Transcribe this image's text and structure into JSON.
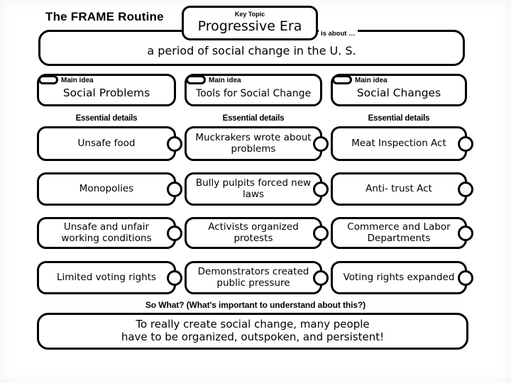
{
  "slide": {
    "title": "The FRAME Routine"
  },
  "header": {
    "key_topic_label": "Key Topic",
    "key_topic": "Progressive Era",
    "is_about_label": "is about …",
    "is_about": "a period of social change in the U. S."
  },
  "labels": {
    "main_idea": "Main idea",
    "essential_details": "Essential details",
    "so_what": "So What? (What's important to understand about this?)"
  },
  "columns": [
    {
      "main_idea": "Social Problems",
      "details": [
        "Unsafe food",
        "Monopolies",
        "Unsafe and unfair working conditions",
        "Limited voting rights"
      ]
    },
    {
      "main_idea": "Tools for Social Change",
      "details": [
        "Muckrakers wrote about problems",
        "Bully pulpits forced new laws",
        "Activists organized protests",
        "Demonstrators created public pressure"
      ]
    },
    {
      "main_idea": "Social Changes",
      "details": [
        "Meat Inspection Act",
        "Anti- trust Act",
        "Commerce and Labor Departments",
        "Voting rights expanded"
      ]
    }
  ],
  "conclusion": {
    "line1": "To really create social change, many people",
    "line2": "have to be organized, outspoken, and persistent!"
  },
  "colors": {
    "ink": "#000000",
    "background": "#ffffff"
  }
}
